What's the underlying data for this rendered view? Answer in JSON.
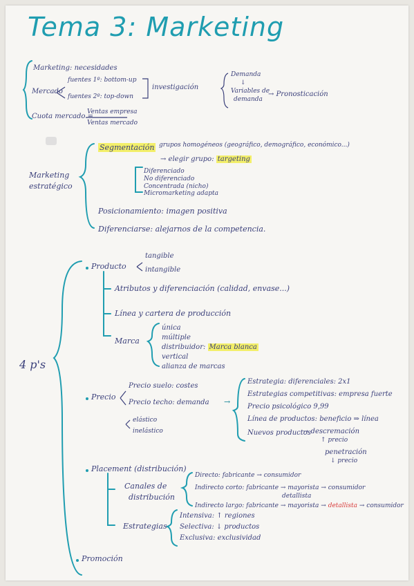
{
  "title": "Tema 3: Marketing",
  "intro": {
    "marketing": "Marketing: necesidades",
    "mercado": "Mercado",
    "fuente1": "fuentes 1º: bottom-up",
    "fuente2": "fuentes 2º: top-down",
    "investigacion": "investigación",
    "demanda": "Demanda",
    "arrow_down": "↓",
    "variables": "Variables de",
    "demanda2": "demanda",
    "pronostico": "→ Pronosticación",
    "cuota": "Cuota mercado =",
    "ventas_empresa": "Ventas empresa",
    "ventas_mercado": "Ventas mercado"
  },
  "estrategico": {
    "label1": "Marketing",
    "label2": "estratégico",
    "segmentacion": "Segmentación",
    "segmentacion_desc": "grupos homogéneos (geográfico, demográfico, económico...)",
    "elegir": "→ elegir grupo:",
    "targeting": "targeting",
    "tipos": [
      "Diferenciado",
      "No diferenciado",
      "Concentrada (nicho)",
      "Micromarketing adapta"
    ],
    "posicionamiento": "Posicionamiento: imagen positiva",
    "diferenciarse": "Diferenciarse: alejarnos de la competencia."
  },
  "cuatro_p": {
    "label": "4 p's",
    "producto": "Producto",
    "tangible": "tangible",
    "intangible": "intangible",
    "atributos": "Atributos y diferenciación (calidad, envase...)",
    "linea": "Línea y cartera de producción",
    "marca": "Marca",
    "marca_tipos": [
      "única",
      "múltiple",
      "distribuidor:",
      "vertical",
      "alianza de marcas"
    ],
    "marca_blanca": "Marca blanca",
    "precio": "Precio",
    "precio_suelo": "Precio suelo: costes",
    "precio_techo": "Precio techo: demanda",
    "precio_arrow": "→",
    "elastico": "elástico",
    "inelastico": "inelástico",
    "estrategias": [
      "Estrategia: diferenciales: 2x1",
      "Estrategias competitivas: empresa fuerte",
      "Precio psicológico 9,99",
      "Línea de productos: beneficio ⇒ línea"
    ],
    "nuevos": "Nuevos productos",
    "descremacion": "→ descremación",
    "precio_up": "↑ precio",
    "penetracion": "penetración",
    "precio_down": "↓ precio",
    "placement": "Placement (distribución)",
    "canales": "Canales de",
    "distribucion": "distribución",
    "directo": "Directo: fabricante → consumidor",
    "indirecto_corto": "Indirecto corto: fabricante → mayorista → consumidor",
    "detallista": "detallista",
    "indirecto_largo": "Indirecto largo: fabricante → mayorista →",
    "detallista2": "detallista",
    "consumidor_end": "→ consumidor",
    "estrategias_label": "Estrategias",
    "intensiva": "Intensiva: ↑ regiones",
    "selectiva": "Selectiva: ↓ productos",
    "exclusiva": "Exclusiva: exclusividad",
    "promocion": "Promoción"
  },
  "colors": {
    "ink": "#3a3f7a",
    "bracket": "#1f9db0",
    "highlight": "#f3ef6a",
    "red": "#d83a3a"
  }
}
